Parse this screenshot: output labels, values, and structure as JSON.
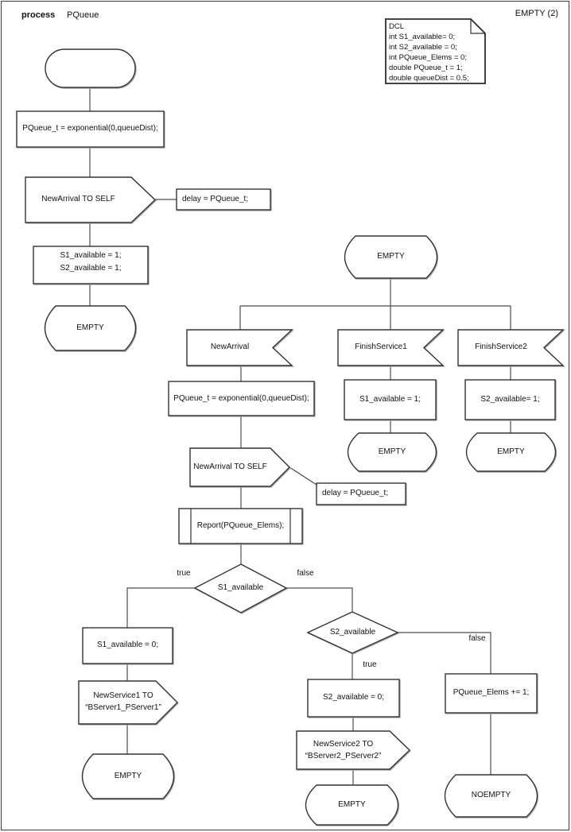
{
  "header": {
    "kind": "process",
    "name": "PQueue",
    "page": "EMPTY (2)"
  },
  "dcl_note": {
    "lines": [
      "DCL",
      "int S1_available= 0;",
      "int S2_available = 0;",
      "int PQueue_Elems = 0;",
      "double PQueue_t = 1;",
      "double queueDist = 0.5;"
    ]
  },
  "start_flow": {
    "task_set_timer": "PQueue_t = exponential(0,queueDist);",
    "output_signal": "NewArrival TO SELF",
    "delay_note": "delay = PQueue_t;",
    "task_init": [
      "S1_available = 1;",
      "S2_available = 1;"
    ],
    "next_state": "EMPTY"
  },
  "empty_state": {
    "label": "EMPTY"
  },
  "branch_new_arrival": {
    "input": "NewArrival",
    "task_set_timer": "PQueue_t = exponential(0,queueDist);",
    "output_signal": "NewArrival TO SELF",
    "delay_note": "delay = PQueue_t;",
    "procedure": "Report(PQueue_Elems);",
    "decision_s1": "S1_available",
    "decision_s1_true": "true",
    "decision_s1_false": "false",
    "s1_true": {
      "task": "S1_available = 0;",
      "output": [
        "NewService1 TO",
        "“BServer1_PServer1”"
      ],
      "next_state": "EMPTY"
    },
    "decision_s2": "S2_available",
    "decision_s2_true": "true",
    "decision_s2_false": "false",
    "s2_true": {
      "task": "S2_available = 0;",
      "output": [
        "NewService2 TO",
        "“BServer2_PServer2”"
      ],
      "next_state": "EMPTY"
    },
    "s2_false": {
      "task": "PQueue_Elems += 1;",
      "next_state": "NOEMPTY"
    }
  },
  "branch_finish_service1": {
    "input": "FinishService1",
    "task": "S1_available = 1;",
    "next_state": "EMPTY"
  },
  "branch_finish_service2": {
    "input": "FinishService2",
    "task": "S2_available= 1;",
    "next_state": "EMPTY"
  },
  "colors": {
    "shape_stroke": "#333333",
    "connector": "#4d4d4d",
    "background": "#ffffff",
    "text": "#111111"
  }
}
